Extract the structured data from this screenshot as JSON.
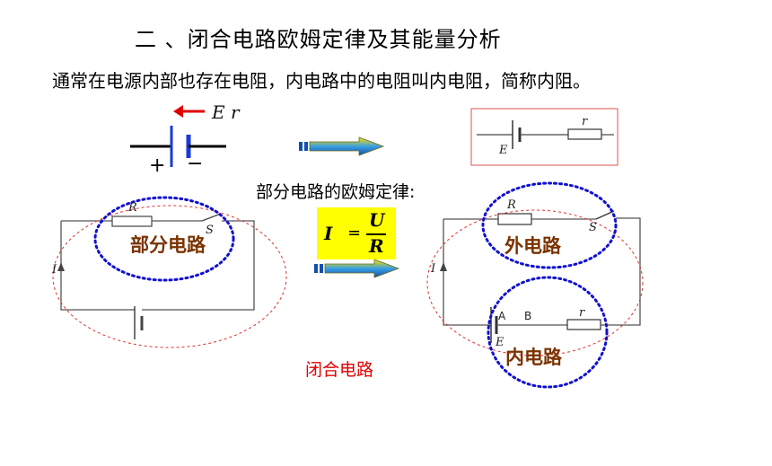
{
  "slide": {
    "title": "二 、闭合电路欧姆定律及其能量分析",
    "intro": "通常在电源内部也存在电阻，内电路中的电阻叫内电阻，简称内阻。",
    "ohm_law_label": "部分电路的欧姆定律:",
    "closed_circuit_label": "闭合电路"
  },
  "battery_symbol": {
    "emf_label": "E r",
    "plus": "+",
    "minus": "−"
  },
  "formula": {
    "lhs": "I",
    "eq": "=",
    "numerator": "U",
    "denominator": "R"
  },
  "top_circuit": {
    "resistor_label": "r",
    "source_label": "E"
  },
  "left_circuit": {
    "resistor_label": "R",
    "switch_label": "S",
    "current_label": "I",
    "circle_label": "部分电路"
  },
  "right_circuit": {
    "resistor_label": "R",
    "switch_label": "S",
    "current_label": "I",
    "terminal_a": "A",
    "terminal_b": "B",
    "internal_label": "r",
    "source_label": "E",
    "outer_label": "外电路",
    "inner_label": "内电路"
  },
  "colors": {
    "arrow_red": "#e00000",
    "battery_blue": "#1a3bd6",
    "dotted_blue": "#1010d0",
    "dashed_red": "#e03030",
    "label_brown": "#7a3300",
    "formula_bg": "#ffff00",
    "frame_red": "#e05050"
  }
}
